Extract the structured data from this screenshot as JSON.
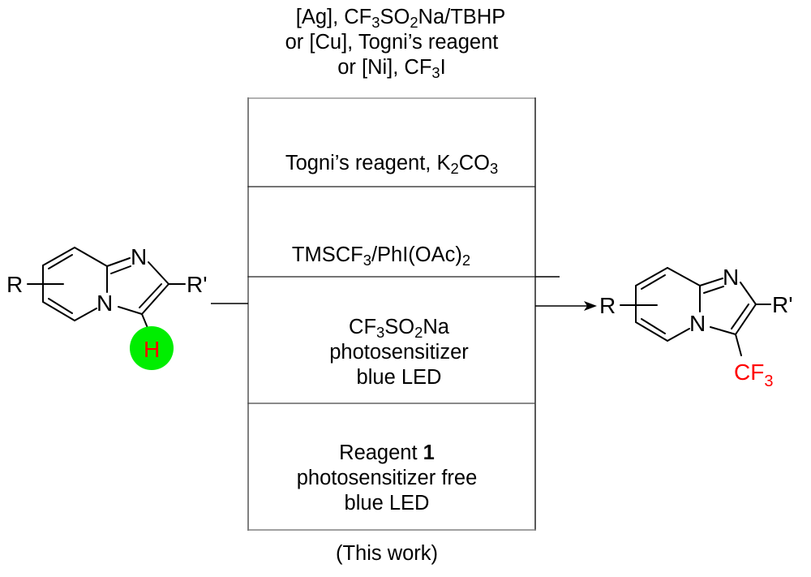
{
  "header_conditions": {
    "line1": {
      "pre": "[Ag], CF",
      "sub1": "3",
      "mid": "SO",
      "sub2": "2",
      "post": "Na/TBHP"
    },
    "line2": "or [Cu], Togni’s reagent",
    "line3": {
      "pre": "or [Ni], CF",
      "sub1": "3",
      "post": "I"
    }
  },
  "box_rows": [
    {
      "id": "togni-k2co3",
      "pre": "Togni’s reagent, K",
      "sub1": "2",
      "mid": "CO",
      "sub2": "3"
    },
    {
      "id": "tmscf3",
      "pre": "TMSCF",
      "sub1": "3",
      "mid": "/PhI(OAc)",
      "sub2": "2"
    },
    {
      "id": "photosensitizer",
      "line1": {
        "pre": "CF",
        "sub1": "3",
        "mid": "SO",
        "sub2": "2",
        "post": "Na"
      },
      "line2": "photosensitizer",
      "line3": "blue LED"
    },
    {
      "id": "this-work",
      "line1": {
        "pre": "Reagent ",
        "bold": "1"
      },
      "line2": "photosensitizer free",
      "line3": "blue LED"
    }
  ],
  "footer": "(This work)",
  "reactant": {
    "substituent_left": "R",
    "substituent_right": "R'",
    "ring_n_top": "N",
    "ring_n_bridge": "N",
    "highlight_atom": "H",
    "highlight_color": "#00ee00",
    "highlight_text_color": "#ff0000"
  },
  "product": {
    "substituent_left": "R",
    "substituent_right": "R'",
    "ring_n_top": "N",
    "ring_n_bridge": "N",
    "new_group": {
      "pre": "CF",
      "sub": "3"
    },
    "new_group_color": "#ff0000"
  }
}
